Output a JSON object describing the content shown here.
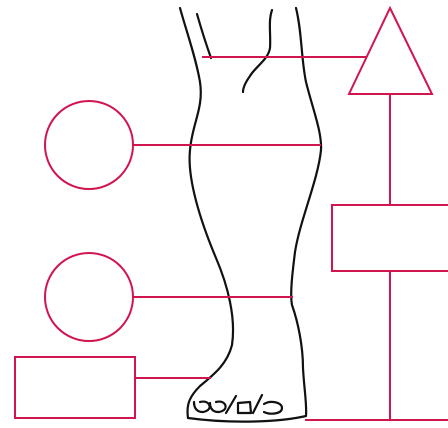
{
  "diagram": {
    "subject": "leg",
    "shapes": [
      "triangle",
      "circle",
      "rectangle",
      "circle",
      "rectangle"
    ]
  },
  "colors": {
    "outline": "#d0154f",
    "sketch": "#111111",
    "background": "#ffffff"
  }
}
